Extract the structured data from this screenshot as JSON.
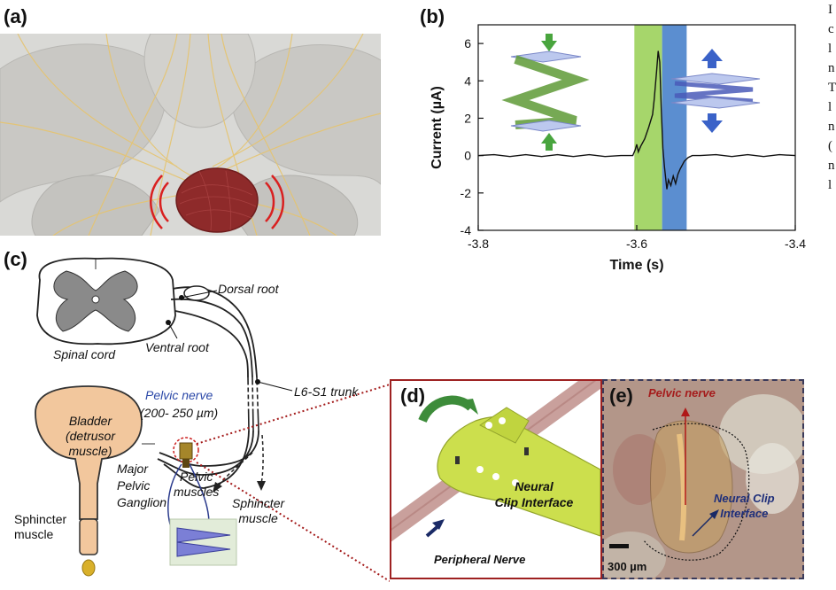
{
  "panels": {
    "a": {
      "label": "(a)"
    },
    "b": {
      "label": "(b)"
    },
    "c": {
      "label": "(c)"
    },
    "d": {
      "label": "(d)"
    },
    "e": {
      "label": "(e)"
    }
  },
  "figure_c": {
    "dorsal_root": "Dorsal root",
    "ventral_root": "Ventral root",
    "spinal_cord": "Spinal cord",
    "trunk": "L6-S1 trunk",
    "pelvic_nerve": "Pelvic nerve",
    "nerve_size": "(200- 250 µm)",
    "bladder_l1": "Bladder",
    "bladder_l2": "(detrusor",
    "bladder_l3": "muscle)",
    "major_l1": "Major",
    "major_l2": "Pelvic",
    "major_l3": "Ganglion",
    "pelvic_muscles_l1": "Pelvic",
    "pelvic_muscles_l2": "muscles",
    "sphincter_m_l1": "Sphincter",
    "sphincter_m_l2": "muscle",
    "sphincter_l1": "Sphincter",
    "sphincter_l2": "muscle"
  },
  "figure_d": {
    "interface_l1": "Neural",
    "interface_l2": "Clip Interface",
    "peripheral": "Peripheral Nerve"
  },
  "figure_e": {
    "pelvic_nerve": "Pelvic nerve",
    "interface_l1": "Neural Clip",
    "interface_l2": "Interface",
    "scale": "300 µm"
  },
  "right_edge_text": [
    "I",
    "c",
    "l",
    "n",
    "T",
    "l",
    "n",
    "(",
    "n",
    "l"
  ],
  "chart_data": {
    "type": "line",
    "xlabel": "Time (s)",
    "ylabel": "Current (µA)",
    "xlim": [
      -3.8,
      -3.4
    ],
    "ylim": [
      -4,
      7
    ],
    "xticks": [
      -3.8,
      -3.6,
      -3.4
    ],
    "yticks": [
      -4,
      -2,
      0,
      2,
      4,
      6
    ],
    "xtick_labels": [
      "-3.8",
      "-3.6",
      "-3.4"
    ],
    "ytick_labels": [
      "-4",
      "-2",
      "0",
      "2",
      "4",
      "6"
    ],
    "grid": false,
    "shaded_regions": [
      {
        "x": [
          -3.603,
          -3.568
        ],
        "color": "#a6d66b"
      },
      {
        "x": [
          -3.568,
          -3.537
        ],
        "color": "#5b8ed0"
      }
    ],
    "series": [
      {
        "color": "#111111",
        "x": [
          -3.8,
          -3.78,
          -3.76,
          -3.74,
          -3.72,
          -3.7,
          -3.68,
          -3.66,
          -3.64,
          -3.62,
          -3.605,
          -3.602,
          -3.6,
          -3.598,
          -3.595,
          -3.59,
          -3.585,
          -3.58,
          -3.578,
          -3.575,
          -3.573,
          -3.571,
          -3.569,
          -3.567,
          -3.565,
          -3.562,
          -3.56,
          -3.557,
          -3.554,
          -3.551,
          -3.548,
          -3.545,
          -3.54,
          -3.535,
          -3.53,
          -3.52,
          -3.5,
          -3.48,
          -3.46,
          -3.44,
          -3.42,
          -3.4
        ],
        "y": [
          0.0,
          0.05,
          -0.05,
          0.05,
          -0.05,
          0.05,
          -0.05,
          0.05,
          -0.05,
          0.0,
          0.0,
          0.3,
          0.6,
          0.2,
          0.5,
          0.9,
          1.5,
          2.2,
          3.0,
          4.5,
          5.6,
          5.0,
          2.5,
          0.4,
          -0.6,
          -1.8,
          -1.3,
          -1.6,
          -1.1,
          -1.5,
          -1.0,
          -0.7,
          -0.3,
          -0.1,
          0.0,
          0.0,
          0.05,
          -0.05,
          0.05,
          -0.05,
          0.05,
          0.0
        ]
      }
    ]
  }
}
